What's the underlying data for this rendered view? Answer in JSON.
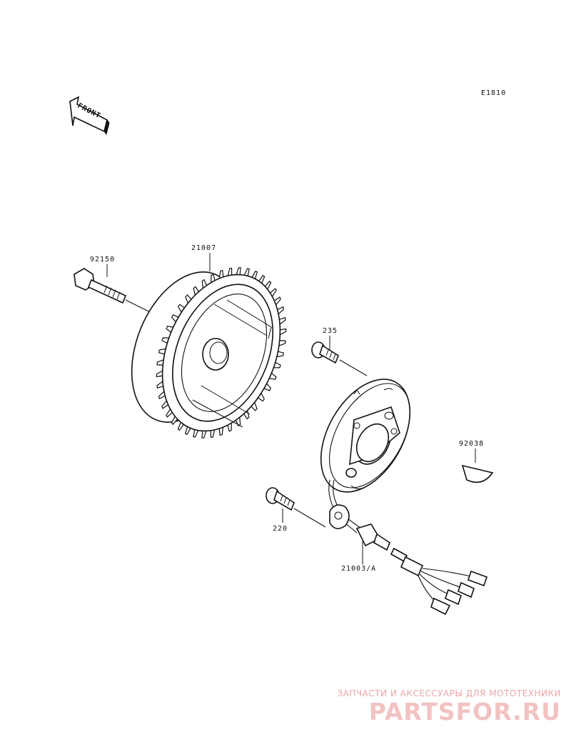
{
  "diagram_code": "E1810",
  "front_label": "FRONT",
  "parts": {
    "bolt_flywheel": "92150",
    "flywheel": "21007",
    "screw_stator": "235",
    "key": "92038",
    "bolt_grommet": "220",
    "stator": "21003/A"
  },
  "watermark": {
    "line1": "ЗАПЧАСТИ И АКСЕССУАРЫ ДЛЯ МОТОТЕХНИКИ",
    "logo": "PARTSFOR.RU",
    "color": "#f0b8b8"
  }
}
